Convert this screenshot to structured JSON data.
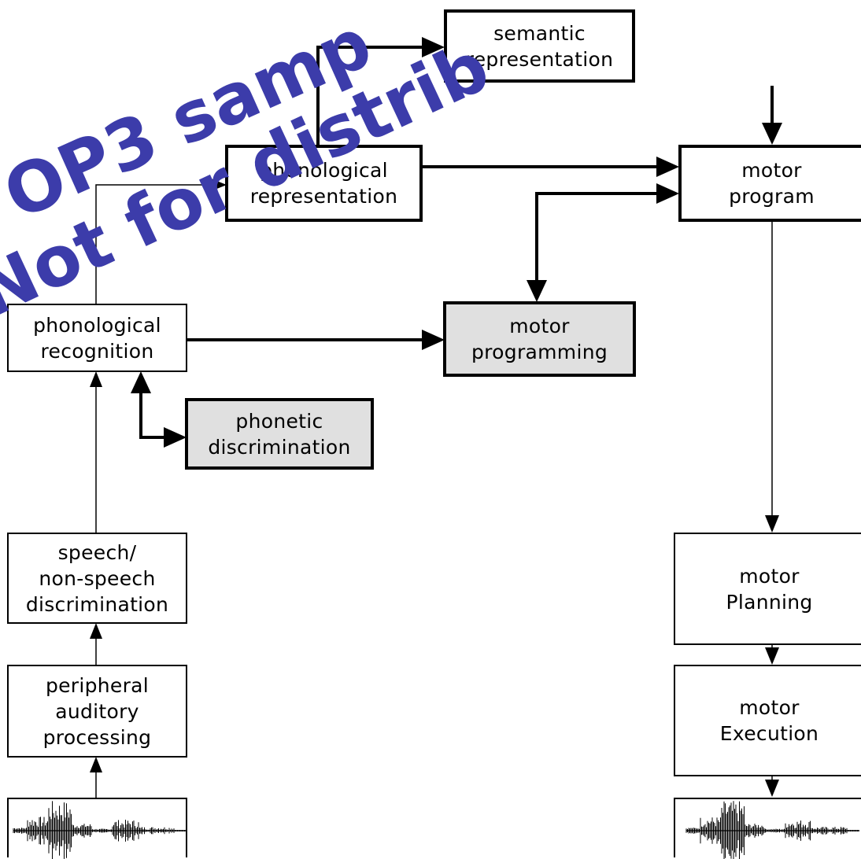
{
  "boxes": {
    "semantic_representation": [
      "semantic",
      "representation"
    ],
    "phonological_representation": [
      "phonological",
      "representation"
    ],
    "motor_program": [
      "motor",
      "program"
    ],
    "phonological_recognition": [
      "phonological",
      "recognition"
    ],
    "motor_programming": [
      "motor",
      "programming"
    ],
    "phonetic_discrimination": [
      "phonetic",
      "discrimination"
    ],
    "speech_nonspeech_discrimination": [
      "speech/",
      "non-speech",
      "discrimination"
    ],
    "peripheral_auditory_processing": [
      "peripheral",
      "auditory",
      "processing"
    ],
    "motor_planning": [
      "motor",
      "Planning"
    ],
    "motor_execution": [
      "motor",
      "Execution"
    ]
  },
  "watermark": {
    "line1": "OP3 samp",
    "line2": "Not for distrib"
  },
  "colors": {
    "watermark": "#3c3caa",
    "shaded_box": "#e0e0e0",
    "line": "#000000"
  }
}
